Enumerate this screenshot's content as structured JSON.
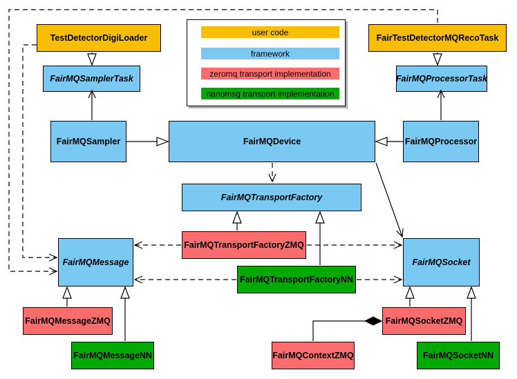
{
  "colors": {
    "user_code": "#F8BE06",
    "framework": "#79C9F2",
    "zeromq": "#FB6D6D",
    "nanomsg": "#03A903",
    "edge": "#000000",
    "background": "#FFFFFF"
  },
  "legend": {
    "items": [
      {
        "label": "user code",
        "color": "#F8BE06"
      },
      {
        "label": "framework",
        "color": "#79C9F2"
      },
      {
        "label": "zeromq transport implementation",
        "color": "#FB6D6D"
      },
      {
        "label": "nanomsg transport implementation",
        "color": "#03A903"
      }
    ]
  },
  "nodes": {
    "TestDetectorDigiLoader": {
      "label": "TestDetectorDigiLoader",
      "category": "user code",
      "abstract": false
    },
    "FairTestDetectorMQRecoTask": {
      "label": "FairTestDetectorMQRecoTask",
      "category": "user code",
      "abstract": false
    },
    "FairMQSamplerTask": {
      "label": "FairMQSamplerTask",
      "category": "framework",
      "abstract": true
    },
    "FairMQProcessorTask": {
      "label": "FairMQProcessorTask",
      "category": "framework",
      "abstract": true
    },
    "FairMQSampler": {
      "label": "FairMQSampler",
      "category": "framework",
      "abstract": false
    },
    "FairMQDevice": {
      "label": "FairMQDevice",
      "category": "framework",
      "abstract": false
    },
    "FairMQProcessor": {
      "label": "FairMQProcessor",
      "category": "framework",
      "abstract": false
    },
    "FairMQTransportFactory": {
      "label": "FairMQTransportFactory",
      "category": "framework",
      "abstract": true
    },
    "FairMQTransportFactoryZMQ": {
      "label": "FairMQTransportFactoryZMQ",
      "category": "zeromq",
      "abstract": false
    },
    "FairMQTransportFactoryNN": {
      "label": "FairMQTransportFactoryNN",
      "category": "nanomsg",
      "abstract": false
    },
    "FairMQMessage": {
      "label": "FairMQMessage",
      "category": "framework",
      "abstract": true
    },
    "FairMQSocket": {
      "label": "FairMQSocket",
      "category": "framework",
      "abstract": true
    },
    "FairMQMessageZMQ": {
      "label": "FairMQMessageZMQ",
      "category": "zeromq",
      "abstract": false
    },
    "FairMQMessageNN": {
      "label": "FairMQMessageNN",
      "category": "nanomsg",
      "abstract": false
    },
    "FairMQContextZMQ": {
      "label": "FairMQContextZMQ",
      "category": "zeromq",
      "abstract": false
    },
    "FairMQSocketZMQ": {
      "label": "FairMQSocketZMQ",
      "category": "zeromq",
      "abstract": false
    },
    "FairMQSocketNN": {
      "label": "FairMQSocketNN",
      "category": "nanomsg",
      "abstract": false
    }
  },
  "edges": [
    {
      "from": "TestDetectorDigiLoader",
      "to": "FairMQSamplerTask",
      "type": "inheritance"
    },
    {
      "from": "FairTestDetectorMQRecoTask",
      "to": "FairMQProcessorTask",
      "type": "inheritance"
    },
    {
      "from": "FairMQSampler",
      "to": "FairMQDevice",
      "type": "inheritance"
    },
    {
      "from": "FairMQProcessor",
      "to": "FairMQDevice",
      "type": "inheritance"
    },
    {
      "from": "FairMQTransportFactoryZMQ",
      "to": "FairMQTransportFactory",
      "type": "inheritance"
    },
    {
      "from": "FairMQTransportFactoryNN",
      "to": "FairMQTransportFactory",
      "type": "inheritance"
    },
    {
      "from": "FairMQMessageZMQ",
      "to": "FairMQMessage",
      "type": "inheritance"
    },
    {
      "from": "FairMQMessageNN",
      "to": "FairMQMessage",
      "type": "inheritance"
    },
    {
      "from": "FairMQSocketZMQ",
      "to": "FairMQSocket",
      "type": "inheritance"
    },
    {
      "from": "FairMQSocketNN",
      "to": "FairMQSocket",
      "type": "inheritance"
    },
    {
      "from": "FairMQSampler",
      "to": "FairMQSamplerTask",
      "type": "association"
    },
    {
      "from": "FairMQProcessor",
      "to": "FairMQProcessorTask",
      "type": "association"
    },
    {
      "from": "FairMQDevice",
      "to": "FairMQSocket",
      "type": "association"
    },
    {
      "from": "FairMQDevice",
      "to": "FairMQTransportFactory",
      "type": "dependency"
    },
    {
      "from": "FairMQTransportFactoryZMQ",
      "to": "FairMQMessage",
      "type": "dependency"
    },
    {
      "from": "FairMQTransportFactoryZMQ",
      "to": "FairMQSocket",
      "type": "dependency"
    },
    {
      "from": "FairMQTransportFactoryNN",
      "to": "FairMQMessage",
      "type": "dependency"
    },
    {
      "from": "FairMQTransportFactoryNN",
      "to": "FairMQSocket",
      "type": "dependency"
    },
    {
      "from": "TestDetectorDigiLoader",
      "to": "FairMQMessage",
      "type": "dependency"
    },
    {
      "from": "FairTestDetectorMQRecoTask",
      "to": "FairMQMessage",
      "type": "dependency"
    },
    {
      "from": "FairMQContextZMQ",
      "to": "FairMQSocketZMQ",
      "type": "composition"
    }
  ]
}
